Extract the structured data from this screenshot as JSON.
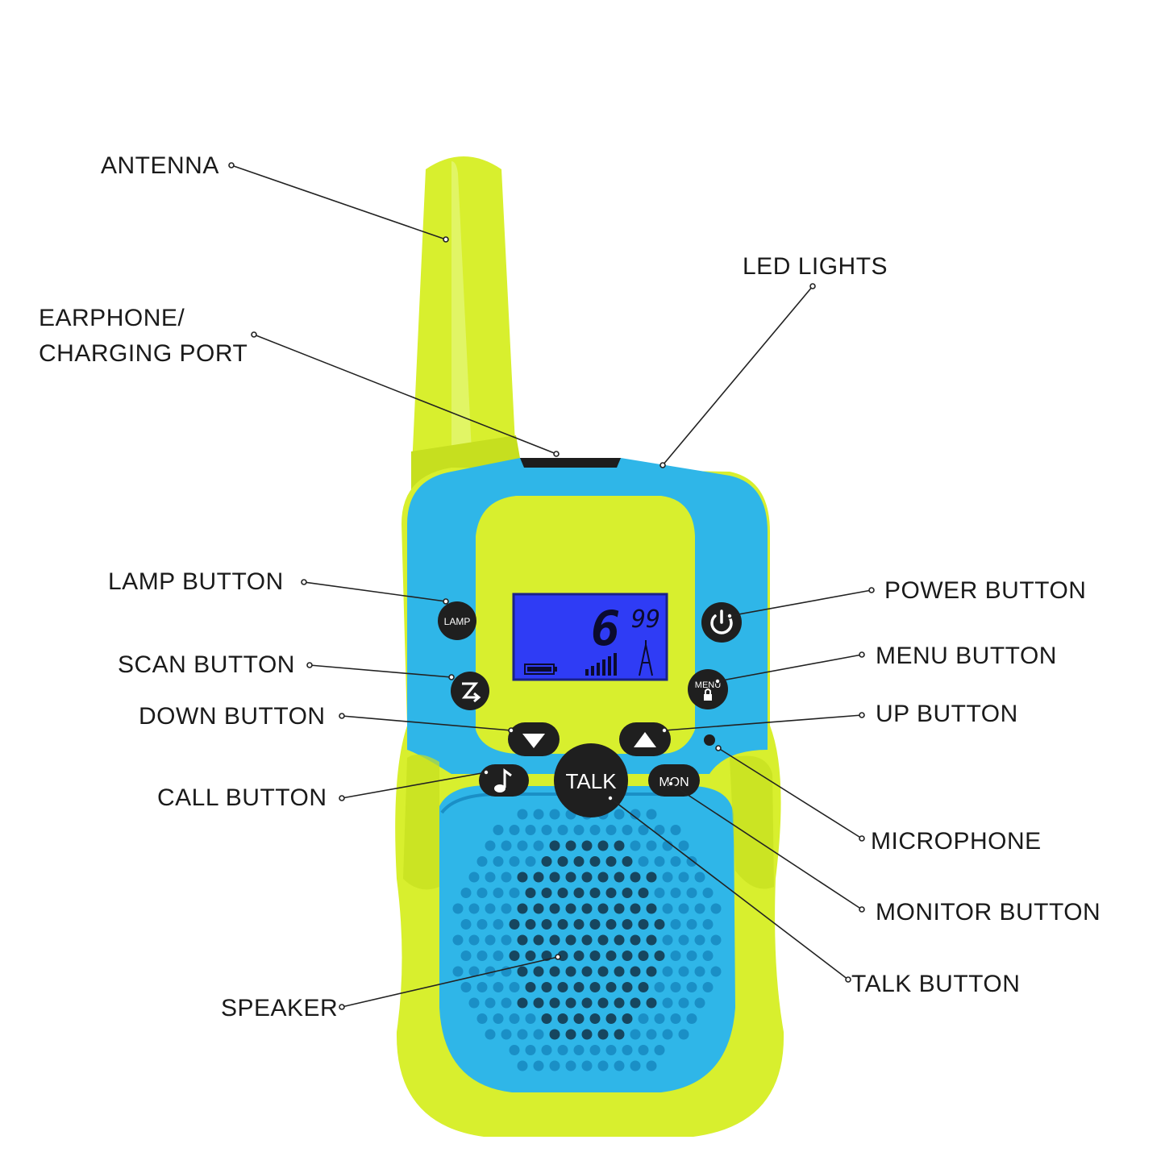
{
  "colors": {
    "body_lime": "#d8ef2e",
    "body_lime_dark": "#b9d21c",
    "body_blue": "#2fb6e8",
    "body_blue_dark": "#1a8fc6",
    "lcd_blue": "#2f3cf5",
    "button_black": "#1f1f1f",
    "speaker_hole": "#1e5f86"
  },
  "labels": {
    "antenna": "ANTENNA",
    "led_lights": "LED LIGHTS",
    "earphone_line1": "EARPHONE/",
    "earphone_line2": "CHARGING PORT",
    "lamp_button": "LAMP BUTTON",
    "power_button": "POWER BUTTON",
    "scan_button": "SCAN BUTTON",
    "menu_button": "MENU BUTTON",
    "down_button": "DOWN BUTTON",
    "up_button": "UP BUTTON",
    "call_button": "CALL BUTTON",
    "microphone": "MICROPHONE",
    "monitor_button": "MONITOR BUTTON",
    "talk_button": "TALK BUTTON",
    "speaker": "SPEAKER"
  },
  "device": {
    "lcd": {
      "channel": "6",
      "sub_code": "99"
    },
    "keys": {
      "lamp": "LAMP",
      "menu": "MENU",
      "talk": "TALK",
      "mon": "MON"
    },
    "icons": {
      "power": "power-icon",
      "scan": "scan-icon",
      "down": "triangle-down-icon",
      "up": "triangle-up-icon",
      "call": "music-note-icon",
      "lock": "lock-icon",
      "battery": "battery-icon",
      "signal": "signal-bars-icon",
      "tower": "antenna-tower-icon"
    }
  }
}
